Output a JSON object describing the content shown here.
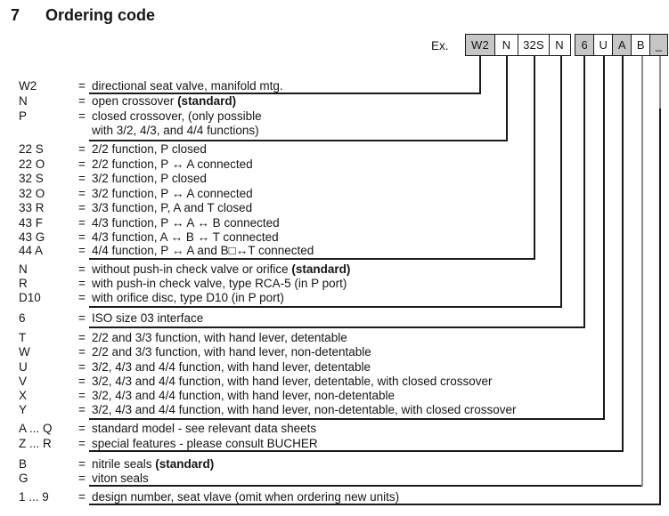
{
  "page": {
    "section_number": "7",
    "title": "Ordering code"
  },
  "example": {
    "label": "Ex.",
    "boxes": [
      {
        "label": "W2",
        "shaded": true
      },
      {
        "label": "N",
        "shaded": false
      },
      {
        "label": "32S",
        "shaded": false
      },
      {
        "label": "N",
        "shaded": false
      },
      {
        "label": "6",
        "shaded": true
      },
      {
        "label": "U",
        "shaded": false
      },
      {
        "label": "A",
        "shaded": true
      },
      {
        "label": "B",
        "shaded": false
      },
      {
        "label": "_",
        "shaded": true
      }
    ]
  },
  "rows": [
    {
      "code": "W2",
      "eq": "=",
      "desc": "directional seat valve, manifold mtg.",
      "desc_bold": ""
    },
    {
      "code": "N",
      "eq": "=",
      "desc": "open crossover ",
      "desc_bold": "(standard)"
    },
    {
      "code": "P",
      "eq": "=",
      "desc": "closed crossover, (only possible",
      "desc_bold": ""
    },
    {
      "code": "",
      "eq": "",
      "desc": "with 3/2, 4/3, and 4/4 functions)",
      "desc_bold": ""
    },
    {
      "code": "22 S",
      "eq": "=",
      "desc": "2/2 function, P closed",
      "desc_bold": ""
    },
    {
      "code": "22 O",
      "eq": "=",
      "desc": "2/2 function, P ↔ A connected",
      "desc_bold": ""
    },
    {
      "code": "32 S",
      "eq": "=",
      "desc": "3/2 function, P closed",
      "desc_bold": ""
    },
    {
      "code": "32 O",
      "eq": "=",
      "desc": "3/2 function, P ↔ A connected",
      "desc_bold": ""
    },
    {
      "code": "33 R",
      "eq": "=",
      "desc": "3/3 function, P, A and T closed",
      "desc_bold": ""
    },
    {
      "code": "43 F",
      "eq": "=",
      "desc": "4/3 function, P ↔ A ↔ B connected",
      "desc_bold": ""
    },
    {
      "code": "43 G",
      "eq": "=",
      "desc": "4/3 function, A ↔ B ↔ T connected",
      "desc_bold": ""
    },
    {
      "code": "44 A",
      "eq": "=",
      "desc": "4/4 function, P ↔ A and B□↔T connected",
      "desc_bold": ""
    },
    {
      "code": "N",
      "eq": "=",
      "desc": "without push-in check valve or orifice ",
      "desc_bold": "(standard)"
    },
    {
      "code": "R",
      "eq": "=",
      "desc": "with push-in check valve, type RCA-5 (in P port)",
      "desc_bold": ""
    },
    {
      "code": "D10",
      "eq": "=",
      "desc": "with orifice disc, type D10 (in P port)",
      "desc_bold": ""
    },
    {
      "code": "6",
      "eq": "=",
      "desc": "ISO size 03 interface",
      "desc_bold": ""
    },
    {
      "code": "T",
      "eq": "=",
      "desc": "2/2 and 3/3 function, with hand lever, detentable",
      "desc_bold": ""
    },
    {
      "code": "W",
      "eq": "=",
      "desc": "2/2 and 3/3 function, with hand lever, non-detentable",
      "desc_bold": ""
    },
    {
      "code": "U",
      "eq": "=",
      "desc": "3/2, 4/3 and 4/4 function, with hand lever, detentable",
      "desc_bold": ""
    },
    {
      "code": "V",
      "eq": "=",
      "desc": "3/2, 4/3 and 4/4 function, with hand lever, detentable, with closed crossover",
      "desc_bold": ""
    },
    {
      "code": "X",
      "eq": "=",
      "desc": "3/2, 4/3 and 4/4 function, with hand lever, non-detentable",
      "desc_bold": ""
    },
    {
      "code": "Y",
      "eq": "=",
      "desc": "3/2, 4/3 and 4/4 function, with hand lever, non-detentable, with closed crossover",
      "desc_bold": ""
    },
    {
      "code": "A ... Q",
      "eq": "=",
      "desc": "standard model - see relevant data sheets",
      "desc_bold": ""
    },
    {
      "code": "Z ... R",
      "eq": "=",
      "desc": "special features - please consult BUCHER",
      "desc_bold": ""
    },
    {
      "code": "B",
      "eq": "=",
      "desc": "nitrile seals ",
      "desc_bold": "(standard)"
    },
    {
      "code": "G",
      "eq": "=",
      "desc": "viton seals",
      "desc_bold": ""
    },
    {
      "code": "1 ... 9",
      "eq": "=",
      "desc": "design number, seat vlave (omit when ordering new units)",
      "desc_bold": ""
    }
  ],
  "colors": {
    "page_bg": "#ffffff",
    "text": "#161616",
    "line": "#1a1a1a",
    "shaded_box": "#c6c6c6",
    "light_line": "#8f8f8f"
  }
}
